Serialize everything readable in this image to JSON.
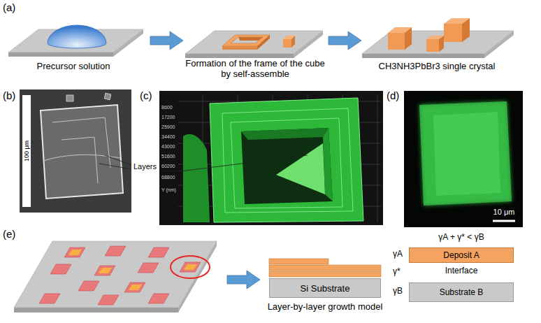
{
  "diagram": {
    "nodes": [
      {
        "text": [
          "Si Substrate"
        ]
      },
      {
        "text": [
          "Deposit A"
        ]
      },
      {
        "text": [
          "Substrate B"
        ]
      }
    ],
    "labels": [
      "(a)",
      "Precursor solution",
      "Formation of the frame of the cube by self-assemble",
      "CH3NH3PbBr3 single crystal",
      "(b)",
      "100 μm",
      "Layers",
      "(c)",
      "8600",
      "17200",
      "25900",
      "34400",
      "43000",
      "51600",
      "60200",
      "68800",
      "Y (nm)",
      "(d)",
      "10 μm",
      "(e)",
      "Layer-by-layer growth model",
      "γA + γ* < γB",
      "γA",
      "γ*",
      "Interface",
      "γB"
    ]
  }
}
